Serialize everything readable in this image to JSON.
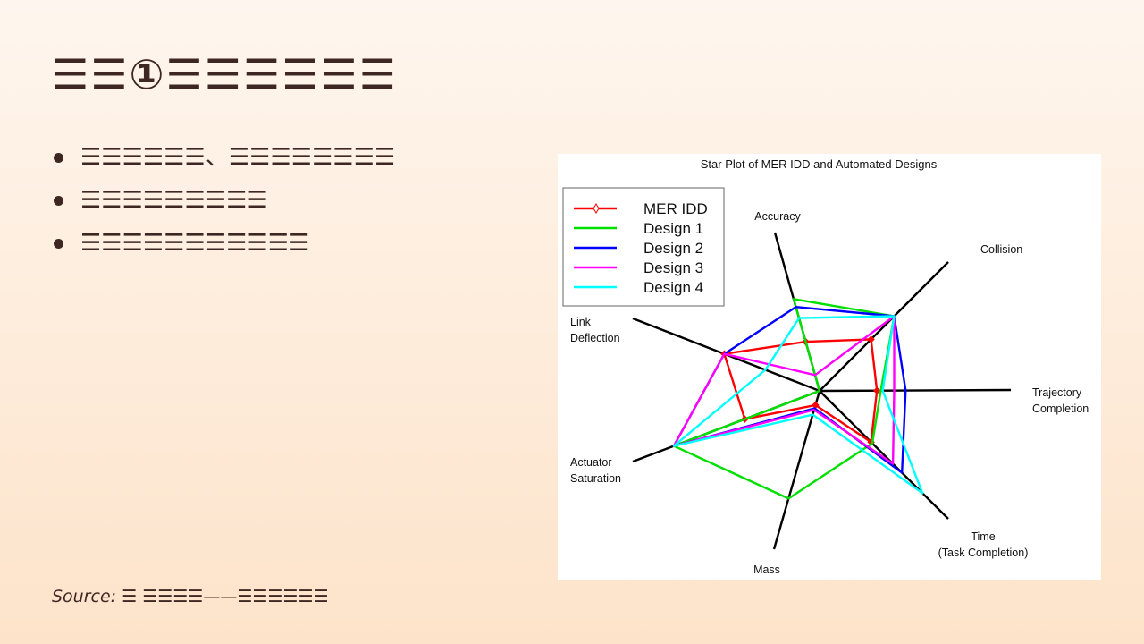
{
  "slide": {
    "title": "☰☰①☰☰☰☰☰☰",
    "bullets": [
      "☰☰☰☰☰☰、☰☰☰☰☰☰☰☰",
      "☰☰☰☰☰☰☰☰☰",
      "☰☰☰☰☰☰☰☰☰☰☰"
    ],
    "source_label": "Source:",
    "source_text": "☰ ☰☰☰☰——☰☰☰☰☰☰"
  },
  "colors": {
    "text": "#3E2723",
    "bg_top": "#FEF6EE",
    "bg_bottom": "#FDE3CA",
    "MER IDD": "#FF0000",
    "Design 1": "#00E000",
    "Design 2": "#0000FF",
    "Design 3": "#FF00FF",
    "Design 4": "#00FFFF"
  },
  "chart_data": {
    "type": "radar",
    "title": "Star Plot of MER IDD and Automated Designs",
    "axes": [
      "Accuracy",
      "Collision",
      "Trajectory Completion",
      "Time (Task Completion)",
      "Mass",
      "Actuator Saturation",
      "Link Deflection"
    ],
    "axis_labels_display": [
      [
        "Accuracy"
      ],
      [
        "Collision"
      ],
      [
        "Trajectory",
        "Completion"
      ],
      [
        "Time",
        "(Task Completion)"
      ],
      [
        "Mass"
      ],
      [
        "Actuator",
        "Saturation"
      ],
      [
        "Link",
        "Deflection"
      ]
    ],
    "range": [
      0,
      1
    ],
    "legend_position": "upper-left",
    "grid": false,
    "series": [
      {
        "name": "MER IDD",
        "color": "#FF0000",
        "marker": "diamond",
        "values": [
          0.31,
          0.4,
          0.3,
          0.4,
          0.09,
          0.4,
          0.51
        ]
      },
      {
        "name": "Design 1",
        "color": "#00E000",
        "marker": "none",
        "values": [
          0.58,
          0.58,
          0.32,
          0.41,
          0.68,
          0.78,
          0.0
        ]
      },
      {
        "name": "Design 2",
        "color": "#0000FF",
        "marker": "none",
        "values": [
          0.53,
          0.58,
          0.45,
          0.64,
          0.11,
          0.78,
          0.51
        ]
      },
      {
        "name": "Design 3",
        "color": "#FF00FF",
        "marker": "none",
        "values": [
          0.1,
          0.58,
          0.39,
          0.57,
          0.12,
          0.78,
          0.51
        ]
      },
      {
        "name": "Design 4",
        "color": "#00FFFF",
        "marker": "none",
        "values": [
          0.46,
          0.58,
          0.33,
          0.8,
          0.15,
          0.78,
          0.29
        ]
      }
    ]
  }
}
